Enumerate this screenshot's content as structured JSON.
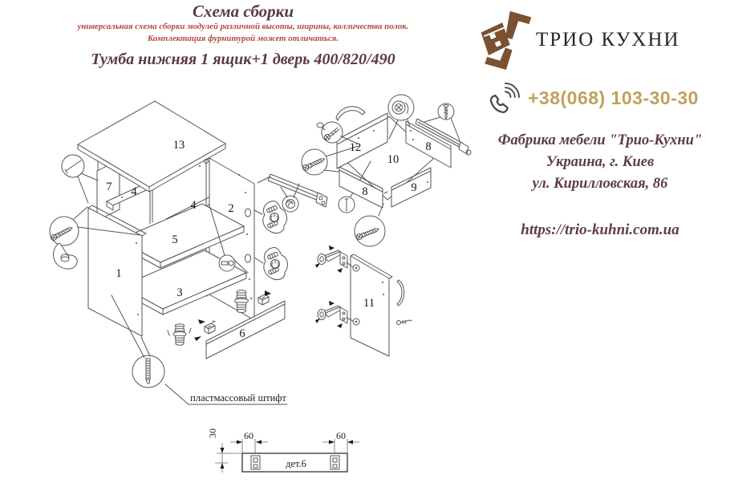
{
  "header": {
    "title": "Схема сборки",
    "subtitle_line1": "универсальная схема сборки модулей различной высоты, ширины, колличества полок.",
    "subtitle_line2": "Комплектация фурнитурой может отличаться.",
    "product_title": "Тумба нижняя 1 ящик+1 дверь 400/820/490"
  },
  "brand": {
    "logo_text": "ТРИО КУХНИ",
    "phone": "+38(068) 103-30-30",
    "address_line1": "Фабрика мебели \"Трио-Кухни\"",
    "address_line2": "Украина, г. Киев",
    "address_line3": "ул. Кирилловская, 86",
    "website": "https://trio-kuhni.com.ua",
    "icons": {
      "logo": "trio-kitchens-cabinet-mark",
      "phone": "phone-handset-icon"
    }
  },
  "colors": {
    "title_maroon": "#5c3940",
    "subtitle_red": "#b3493f",
    "phone_gold": "#c2a05e",
    "logo_brown": "#7a5132",
    "logo_text_dark": "#2a2427",
    "diagram_line_gray": "#555555"
  },
  "diagram": {
    "part_labels": {
      "p1": "1",
      "p2": "2",
      "p3": "3",
      "p4a": "4",
      "p4b": "4",
      "p5": "5",
      "p6": "6",
      "p7": "7",
      "p8a": "8",
      "p8b": "8",
      "p9": "9",
      "p10": "10",
      "p11": "11",
      "p12": "12",
      "p13": "13"
    },
    "detail": {
      "pin_label": "пластмассовый штифт",
      "part_name": "дет.6",
      "dim_vertical": "30",
      "dim_left": "60",
      "dim_right": "60"
    }
  }
}
